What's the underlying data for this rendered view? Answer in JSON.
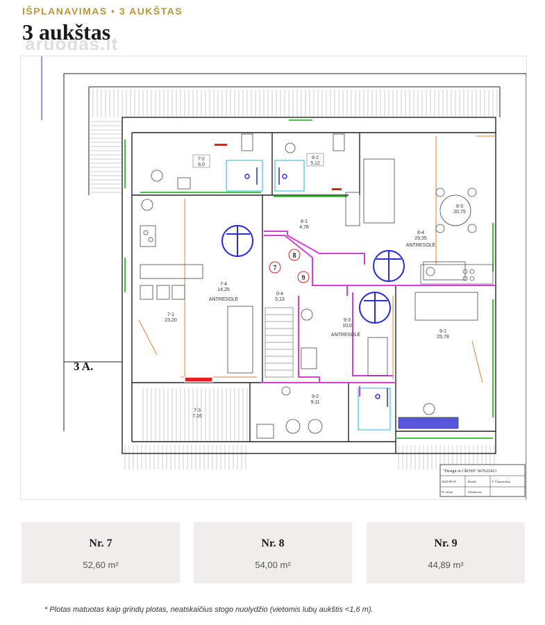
{
  "header": {
    "eyebrow": "IŠPLANAVIMAS • 3 AUKŠTAS",
    "title": "3 aukštas",
    "watermark": "aruodas.lt"
  },
  "plan": {
    "section_label": "3 A.",
    "antresole_label": "ANTRESOLĖ",
    "rooms": [
      {
        "id": "7-2",
        "area": "8,0"
      },
      {
        "id": "8-2",
        "area": "5,12"
      },
      {
        "id": "8-1",
        "area": "4,78"
      },
      {
        "id": "8-3",
        "area": "20,75"
      },
      {
        "id": "8-4",
        "area": "23,35"
      },
      {
        "id": "7-4",
        "area": "14,25"
      },
      {
        "id": "7-1",
        "area": "23,20"
      },
      {
        "id": "0-4",
        "area": "5,13"
      },
      {
        "id": "9-3",
        "area": "10,0"
      },
      {
        "id": "9-1",
        "area": "25,78"
      },
      {
        "id": "7-3",
        "area": "7,16"
      },
      {
        "id": "9-2",
        "area": "9,11"
      }
    ],
    "markers": [
      "7",
      "8",
      "9"
    ],
    "title_block": {
      "company": "\"Design in CROSS\" 067622413",
      "date": "2020-09-05",
      "col2": "Braižė",
      "col3": "V. Čiuprenskas",
      "row2a": "Pr. eilutė",
      "row2b": "Užsakovas"
    }
  },
  "units": [
    {
      "nr": "Nr. 7",
      "area": "52,60 m²"
    },
    {
      "nr": "Nr. 8",
      "area": "54,00 m²"
    },
    {
      "nr": "Nr. 9",
      "area": "44,89 m²"
    }
  ],
  "footnote": "* Plotas matuotas kaip grindų plotas, neatskaičius stogo nuolydžio (vietomis lubų aukštis <1,6 m).",
  "colors": {
    "accent": "#b8963a",
    "card_bg": "#efeeec",
    "partition_magenta": "#d63ed6",
    "blue_symbol": "#2b2bd8",
    "orange_line": "#e0822a",
    "green_line": "#3cc63c",
    "red_door": "#e02020"
  }
}
